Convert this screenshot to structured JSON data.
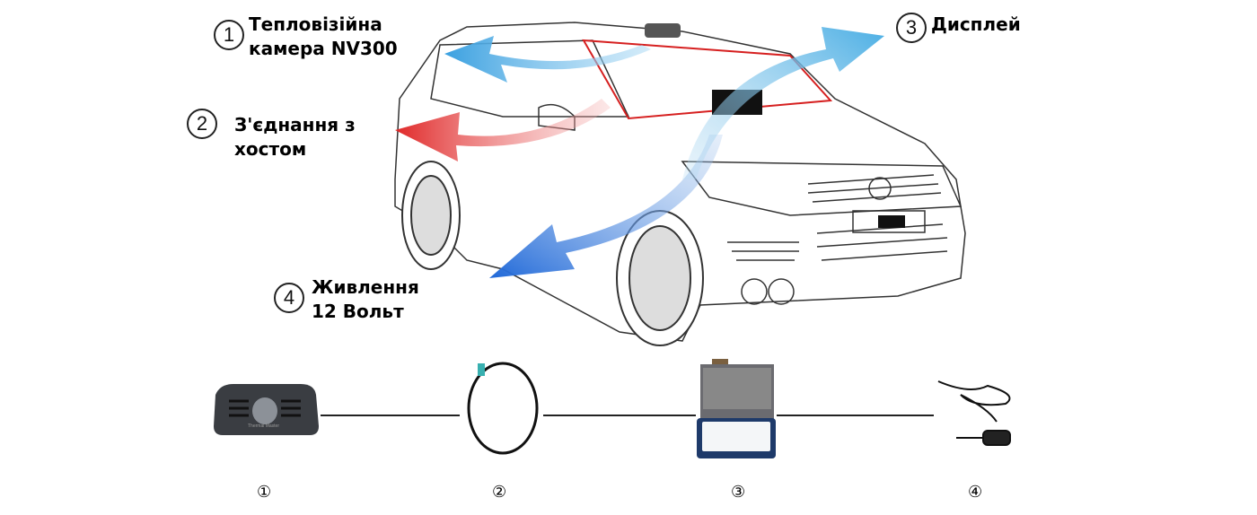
{
  "callouts": [
    {
      "number": "1",
      "label_line1": "Тепловізійна",
      "label_line2": "камера NV300"
    },
    {
      "number": "2",
      "label_line1": "З'єднання з",
      "label_line2": "хостом"
    },
    {
      "number": "3",
      "label_line1": "Дисплей",
      "label_line2": ""
    },
    {
      "number": "4",
      "label_line1": "Живлення",
      "label_line2": "12 Вольт"
    }
  ],
  "device_numbers": [
    "①",
    "②",
    "③",
    "④"
  ],
  "device_brand_text": "Thermal Master",
  "colors": {
    "arrow_blue": "#4aa8e0",
    "arrow_red": "#e03030",
    "arrow_dark_blue": "#2a6fd6",
    "windshield": "#d62020"
  }
}
